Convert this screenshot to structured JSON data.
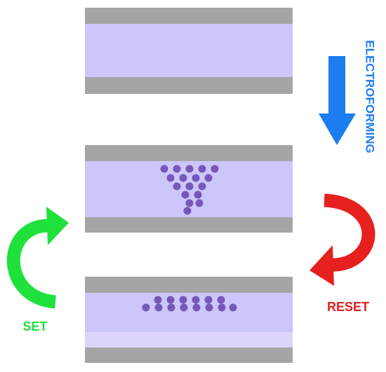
{
  "labels": {
    "electroforming": "ELECTROFORMING",
    "set": "SET",
    "reset": "RESET"
  },
  "states": [
    {
      "name": "pristine",
      "filament": "none"
    },
    {
      "name": "formed",
      "filament": "conical-filament"
    },
    {
      "name": "reset",
      "filament": "ruptured-filament-layer"
    }
  ],
  "colors": {
    "electrode": "#a5a5a5",
    "oxide": "#cdc6fb",
    "oxide_light": "#ddd4fc",
    "particle": "#7658b9",
    "electroforming_arrow": "#1c7df0",
    "set_arrow": "#1ee13b",
    "reset_arrow": "#e61f1f"
  },
  "icons": {
    "electroforming_arrow": "arrow-down-icon",
    "set_arrow": "curved-arrow-up-right-icon",
    "reset_arrow": "curved-arrow-down-left-icon"
  }
}
